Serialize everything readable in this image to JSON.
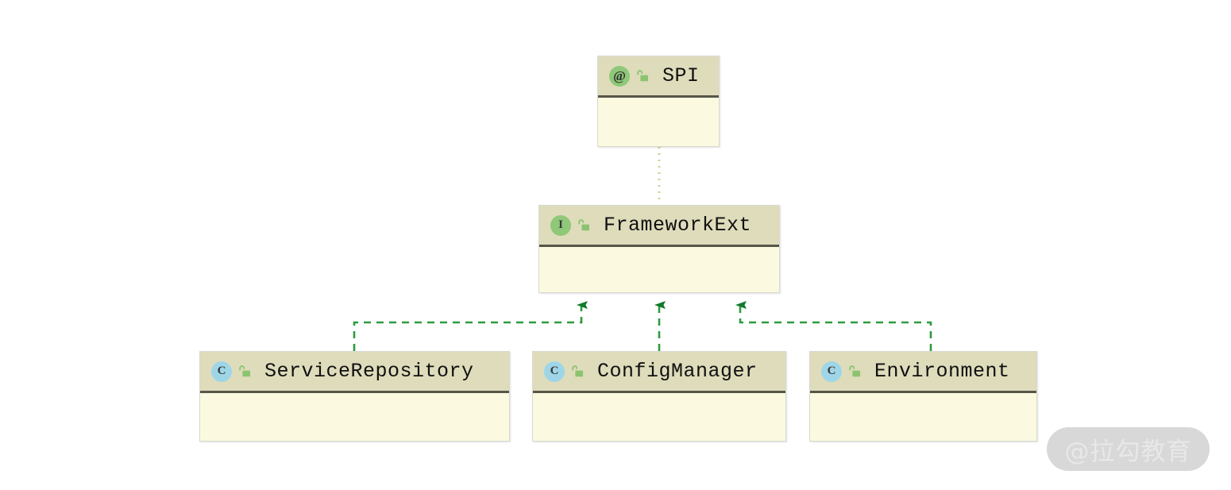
{
  "diagram": {
    "type": "uml-class-diagram",
    "background_color": "#ffffff",
    "node_header_color": "#dedcbb",
    "node_body_color": "#fbfae0",
    "inheritance_line_color": "#2e9b3f",
    "annotation_line_color": "#d6d29a",
    "nodes": [
      {
        "id": "spi",
        "name": "SPI",
        "stereotype": "annotation",
        "badge_glyph": "@",
        "badge_color": "#8fc878",
        "visibility": "public",
        "visibility_icon": "unlocked-padlock-icon",
        "members": []
      },
      {
        "id": "framework-ext",
        "name": "FrameworkExt",
        "stereotype": "interface",
        "badge_glyph": "I",
        "badge_color": "#8fc878",
        "visibility": "public",
        "visibility_icon": "unlocked-padlock-icon",
        "members": []
      },
      {
        "id": "service-repository",
        "name": "ServiceRepository",
        "stereotype": "class",
        "badge_glyph": "C",
        "badge_color": "#9ed6e8",
        "visibility": "public",
        "visibility_icon": "unlocked-padlock-icon",
        "members": []
      },
      {
        "id": "config-manager",
        "name": "ConfigManager",
        "stereotype": "class",
        "badge_glyph": "C",
        "badge_color": "#9ed6e8",
        "visibility": "public",
        "visibility_icon": "unlocked-padlock-icon",
        "members": []
      },
      {
        "id": "environment",
        "name": "Environment",
        "stereotype": "class",
        "badge_glyph": "C",
        "badge_color": "#9ed6e8",
        "visibility": "public",
        "visibility_icon": "unlocked-padlock-icon",
        "members": []
      }
    ],
    "edges": [
      {
        "from": "spi",
        "to": "framework-ext",
        "style": "dotted",
        "kind": "annotated-by",
        "arrow": "none"
      },
      {
        "from": "service-repository",
        "to": "framework-ext",
        "style": "dashed",
        "kind": "realization",
        "arrow": "hollow-triangle-filled"
      },
      {
        "from": "config-manager",
        "to": "framework-ext",
        "style": "dashed",
        "kind": "realization",
        "arrow": "hollow-triangle-filled"
      },
      {
        "from": "environment",
        "to": "framework-ext",
        "style": "dashed",
        "kind": "realization",
        "arrow": "hollow-triangle-filled"
      }
    ]
  },
  "watermark": {
    "text": "@拉勾教育"
  }
}
